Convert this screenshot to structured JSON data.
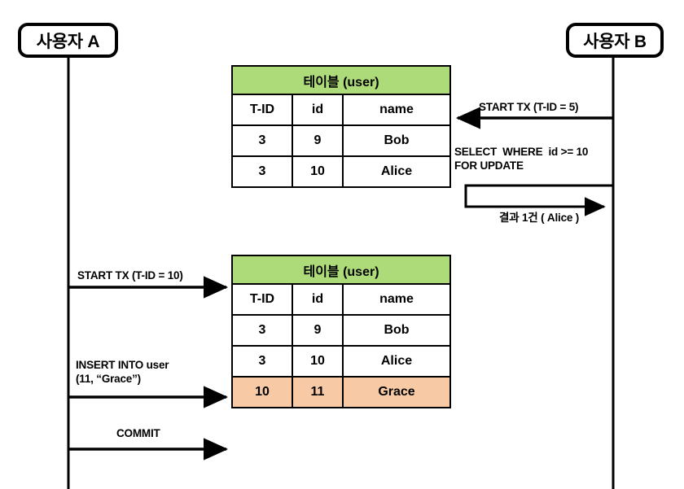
{
  "diagram": {
    "type": "sequence-diagram",
    "title_note": "DB transaction phantom-read sequence diagram",
    "background": "#ffffff",
    "colors": {
      "table_header_green": "#addb79",
      "highlight_row_orange": "#f7caa5",
      "line_black": "#000000"
    }
  },
  "actors": {
    "left": {
      "label": "사용자 A"
    },
    "right": {
      "label": "사용자 B"
    }
  },
  "tables": [
    {
      "id": "table-top",
      "title": "테이블 (user)",
      "columns": [
        "T-ID",
        "id",
        "name"
      ],
      "rows": [
        {
          "cells": [
            "3",
            "9",
            "Bob"
          ],
          "highlight": false
        },
        {
          "cells": [
            "3",
            "10",
            "Alice"
          ],
          "highlight": false
        }
      ]
    },
    {
      "id": "table-bottom",
      "title": "테이블 (user)",
      "columns": [
        "T-ID",
        "id",
        "name"
      ],
      "rows": [
        {
          "cells": [
            "3",
            "9",
            "Bob"
          ],
          "highlight": false
        },
        {
          "cells": [
            "3",
            "10",
            "Alice"
          ],
          "highlight": false
        },
        {
          "cells": [
            "10",
            "11",
            "Grace"
          ],
          "highlight": true
        }
      ]
    }
  ],
  "messages": {
    "start_tx_5": "START TX (T-ID = 5)",
    "select_for_update": "SELECT  WHERE  id >= 10\nFOR UPDATE",
    "result_alice": "결과 1건 ( Alice )",
    "start_tx_10": "START TX (T-ID = 10)",
    "insert_into": "INSERT INTO user\n(11, “Grace”)",
    "commit": "COMMIT"
  }
}
